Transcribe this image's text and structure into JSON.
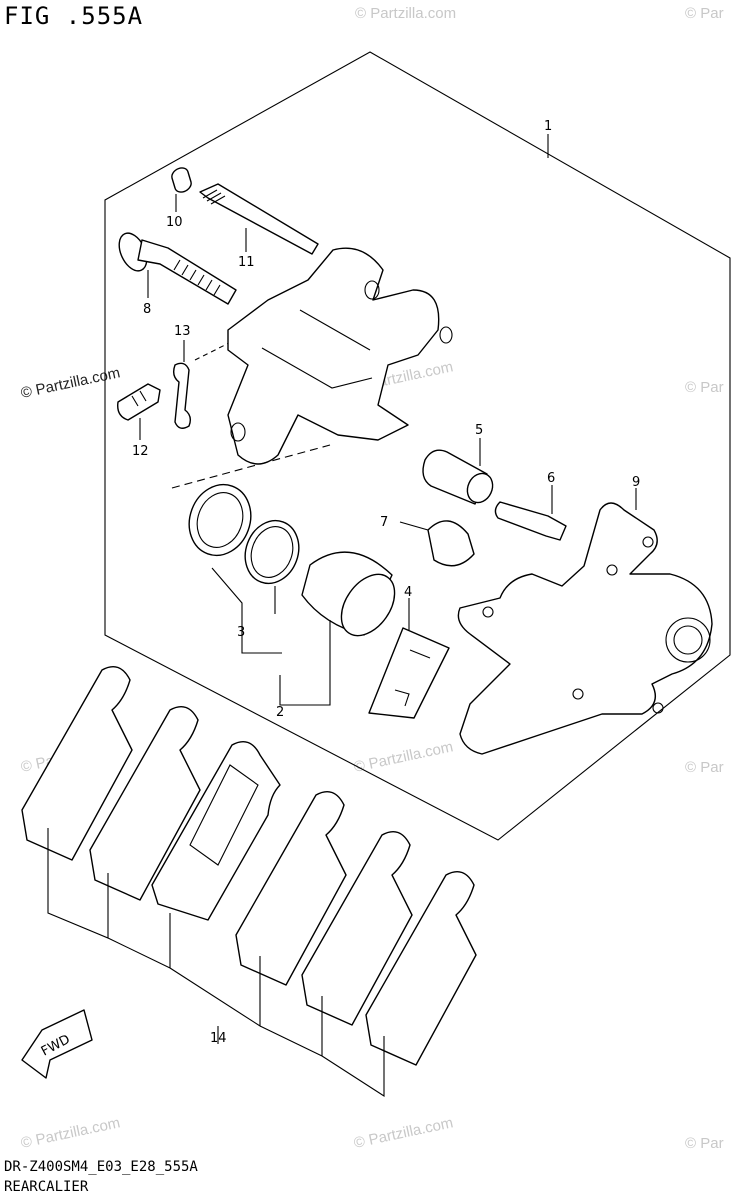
{
  "figure_title": "FIG .555A",
  "model_code": "DR-Z400SM4_E03_E28_555A",
  "caption": "REARCALIER",
  "fwd_label": "FWD",
  "watermark": "© Partzilla.com",
  "watermark_partial": "© Par",
  "callouts": {
    "c1": "1",
    "c2": "2",
    "c3": "3",
    "c4": "4",
    "c5": "5",
    "c6": "6",
    "c7": "7",
    "c8": "8",
    "c9": "9",
    "c10": "10",
    "c11": "11",
    "c12": "12",
    "c13": "13",
    "c14": "14"
  }
}
